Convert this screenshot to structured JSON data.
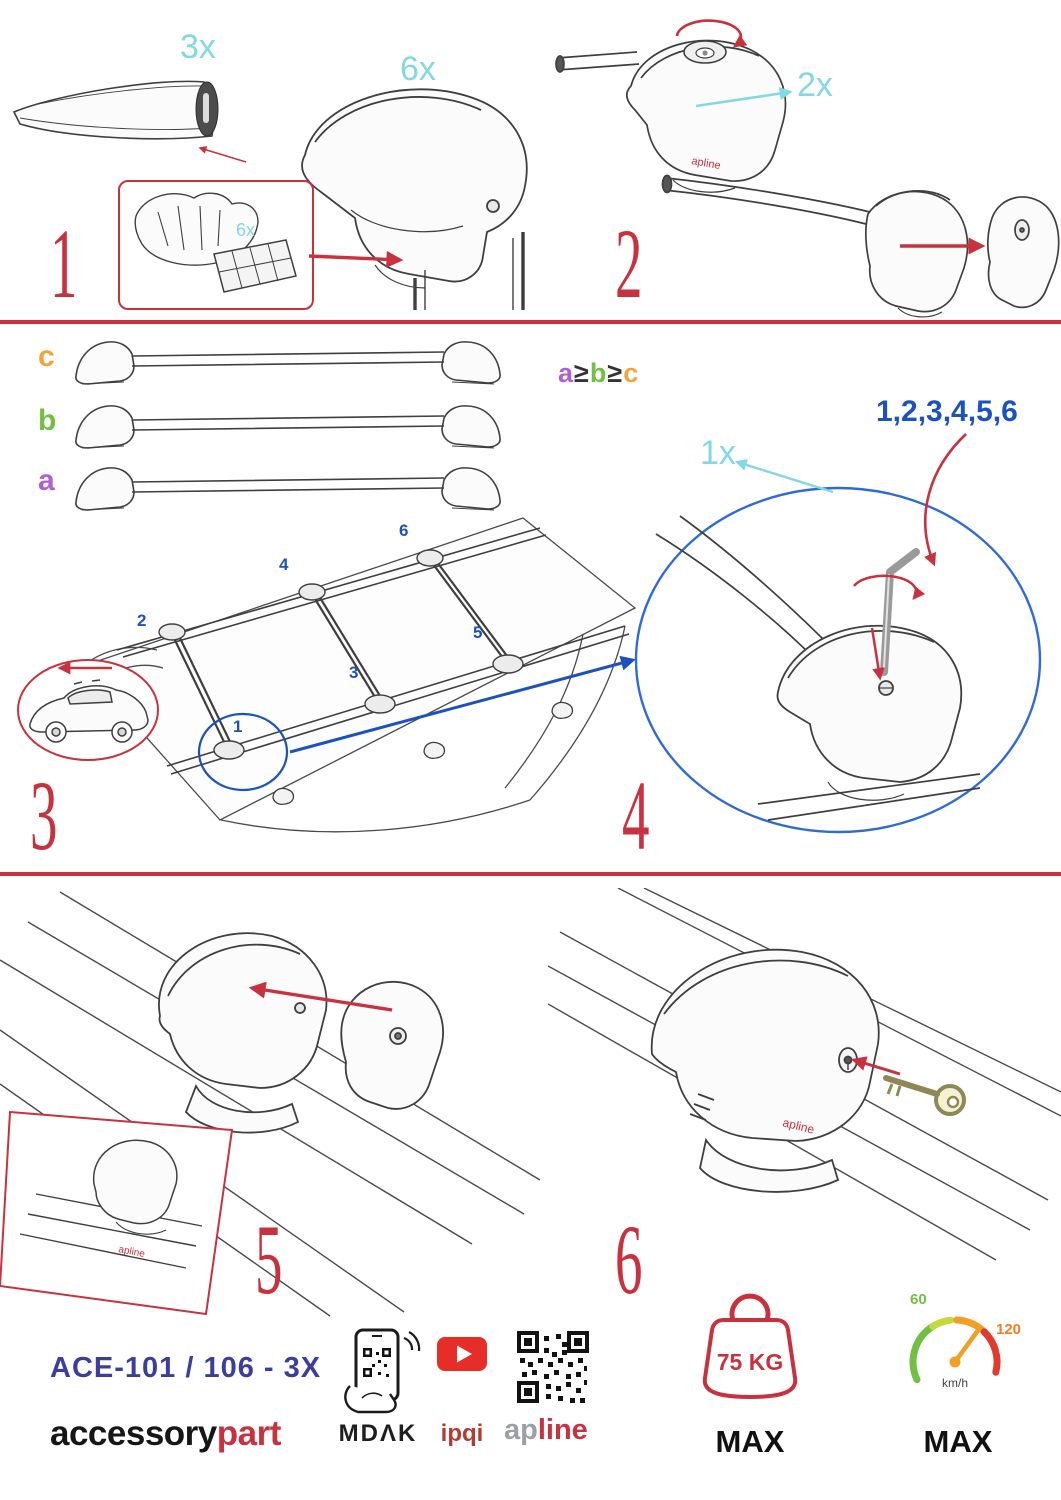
{
  "steps": {
    "s1": "1",
    "s2": "2",
    "s3": "3",
    "s4": "4",
    "s5": "5",
    "s6": "6"
  },
  "step1": {
    "bar_qty": "3x",
    "foot_qty": "6x",
    "pad_qty": "6x"
  },
  "step2": {
    "lock_qty": "2x"
  },
  "step3": {
    "size_c": "c",
    "size_b": "b",
    "size_a": "a",
    "positions": [
      "1",
      "2",
      "3",
      "4",
      "5",
      "6"
    ]
  },
  "step4": {
    "rule_a": "a",
    "rule_op1": "≥",
    "rule_b": "b",
    "rule_op2": "≥",
    "rule_c": "c",
    "sequence": "1,2,3,4,5,6",
    "tool_qty": "1x",
    "first_position": "1"
  },
  "brand_apline_small": "apline",
  "footer": {
    "model": "ACE-101 / 106 - 3X",
    "brand_accessory": "accessory",
    "brand_part": "part",
    "brand_mdak": "MDΛK",
    "brand_ipqi": "ipqi",
    "brand_ap": "ap",
    "brand_line": "line",
    "weight_value": "75 KG",
    "weight_max": "MAX",
    "speed_low": "60",
    "speed_high": "120",
    "speed_unit": "km/h",
    "speed_max": "MAX"
  },
  "colors": {
    "red": "#c8323e",
    "cyan": "#82d8e4",
    "blue": "#1c52c0",
    "orange": "#f2a33c",
    "green": "#72bf44",
    "purple": "#b05fd0",
    "navy": "#3a3e9e"
  }
}
